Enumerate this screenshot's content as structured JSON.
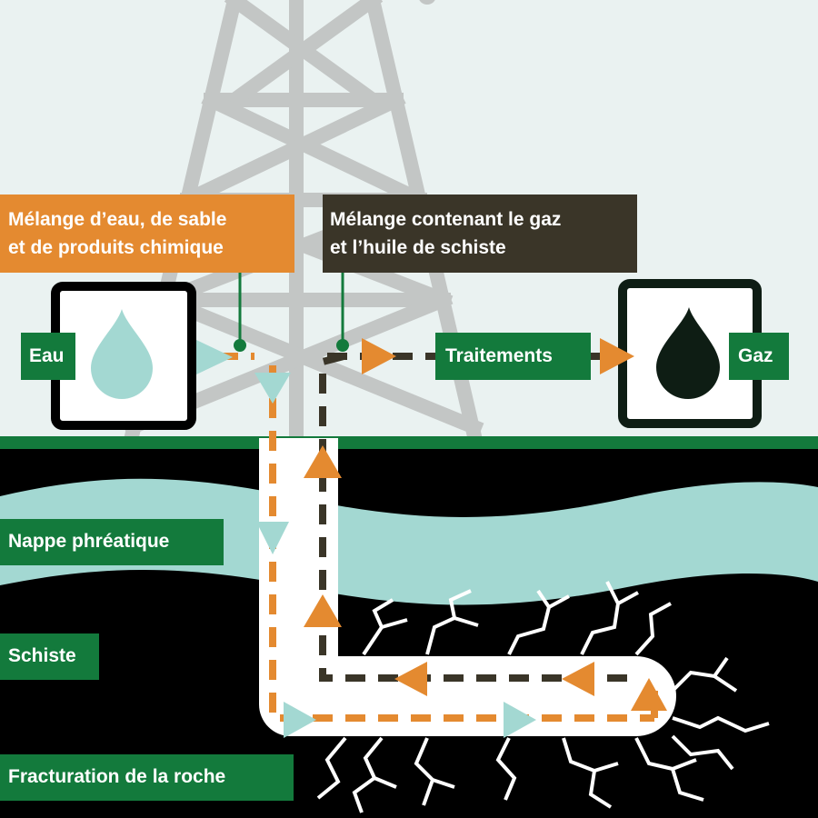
{
  "labels": {
    "water_source": "Eau",
    "gas_output": "Gaz",
    "treatment": "Traitements",
    "injection_mix_line1": "Mélange d’eau, de sable",
    "injection_mix_line2": "et de produits chimique",
    "return_mix_line1": "Mélange contenant le gaz",
    "return_mix_line2": "et l’huile de schiste",
    "aquifer": "Nappe phréatique",
    "shale": "Schiste",
    "fracturing": "Fracturation de la roche"
  },
  "icons": {
    "water": "water-drop-icon",
    "gas": "gas-drop-icon",
    "rig": "drilling-rig-icon",
    "cracks": "rock-crack-icon"
  },
  "colors": {
    "sky": "#eaf2f1",
    "ground": "#000000",
    "ground_line": "#137a3c",
    "aquifer": "#a3d8d2",
    "label_green": "#137a3c",
    "label_orange": "#e48a30",
    "label_dark": "#3a3528",
    "injection_flow": "#e48a30",
    "return_flow": "#3a3528",
    "water_drop": "#a3d8d2",
    "gas_drop": "#0e1d14",
    "rig": "#c3c6c5"
  }
}
